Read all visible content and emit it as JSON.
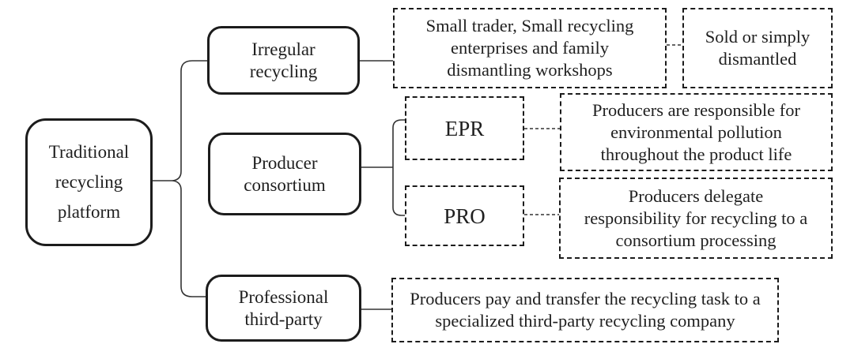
{
  "figure": {
    "type": "flow-diagram",
    "background_color": "#ffffff",
    "line_color": "#333333",
    "border_color": "#1c1c1c",
    "text_color": "#1f1f1f"
  },
  "nodes": {
    "root": {
      "label": "Traditional\nrecycling\nplatform"
    },
    "irregular": {
      "label": "Irregular\nrecycling"
    },
    "producer": {
      "label": "Producer\nconsortium"
    },
    "third_party": {
      "label": "Professional\nthird-party"
    },
    "small_trader": {
      "label": "Small trader, Small recycling\nenterprises and family\ndismantling workshops"
    },
    "sold": {
      "label": "Sold or simply\ndismantled"
    },
    "epr": {
      "label": "EPR"
    },
    "pro": {
      "label": "PRO"
    },
    "epr_desc": {
      "label": "Producers are responsible for\nenvironmental pollution\nthroughout the product life"
    },
    "pro_desc": {
      "label": "Producers delegate\nresponsibility for recycling to a\nconsortium processing"
    },
    "third_desc": {
      "label": "Producers pay and transfer the recycling task to a\nspecialized third-party recycling company"
    }
  },
  "edges": [
    {
      "from": "root",
      "to": "irregular",
      "style": "brace"
    },
    {
      "from": "root",
      "to": "producer",
      "style": "brace"
    },
    {
      "from": "root",
      "to": "third_party",
      "style": "brace"
    },
    {
      "from": "irregular",
      "to": "small_trader",
      "style": "solid"
    },
    {
      "from": "small_trader",
      "to": "sold",
      "style": "dotted"
    },
    {
      "from": "producer",
      "to": "epr",
      "style": "bracket"
    },
    {
      "from": "producer",
      "to": "pro",
      "style": "bracket"
    },
    {
      "from": "epr",
      "to": "epr_desc",
      "style": "dotted"
    },
    {
      "from": "pro",
      "to": "pro_desc",
      "style": "dotted"
    },
    {
      "from": "third_party",
      "to": "third_desc",
      "style": "solid"
    }
  ]
}
